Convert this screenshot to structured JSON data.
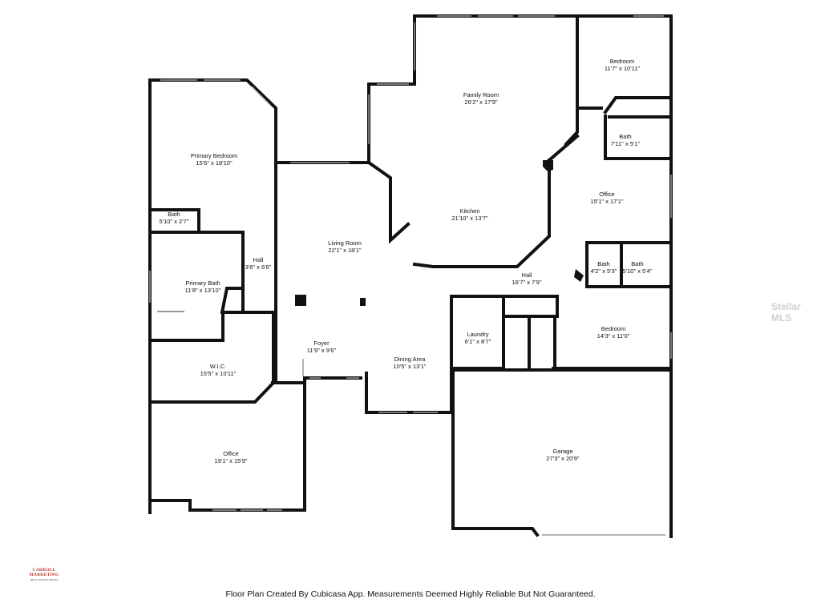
{
  "rooms": [
    {
      "name": "Bedroom",
      "size": "11'7\" x 10'11\""
    },
    {
      "name": "Family Room",
      "size": "26'2\" x 17'9\""
    },
    {
      "name": "Bath",
      "size": "7'11\" x 5'1\""
    },
    {
      "name": "Primary Bedroom",
      "size": "15'6\" x 18'10\""
    },
    {
      "name": "Office",
      "size": "15'1\" x 17'1\""
    },
    {
      "name": "Bath",
      "size": "5'10\" x 2'7\""
    },
    {
      "name": "Kitchen",
      "size": "21'10\" x 13'7\""
    },
    {
      "name": "Living Room",
      "size": "22'1\" x 18'1\""
    },
    {
      "name": "Hall",
      "size": "3'6\" x 6'6\""
    },
    {
      "name": "Bath",
      "size": "4'2\" x 5'3\""
    },
    {
      "name": "Bath",
      "size": "5'10\" x 5'4\""
    },
    {
      "name": "Hall",
      "size": "16'7\" x 7'9\""
    },
    {
      "name": "Primary Bath",
      "size": "11'8\" x 13'10\""
    },
    {
      "name": "Bedroom",
      "size": "14'3\" x 11'0\""
    },
    {
      "name": "Laundry",
      "size": "6'1\" x 8'7\""
    },
    {
      "name": "Foyer",
      "size": "11'9\" x 9'6\""
    },
    {
      "name": "W.I.C.",
      "size": "15'5\" x 10'11\""
    },
    {
      "name": "Dining Area",
      "size": "10'5\" x 13'1\""
    },
    {
      "name": "Garage",
      "size": "27'3\" x 20'9\""
    },
    {
      "name": "Office",
      "size": "19'1\" x 15'9\""
    }
  ],
  "logo": {
    "line1": "CARROLL MARKETING",
    "line2": "REAL ESTATE MEDIA"
  },
  "watermark": "Stellar MLS",
  "footer": "Floor Plan Created By Cubicasa App. Measurements Deemed Highly Reliable But Not Guaranteed.",
  "colors": {
    "wall": "#111111",
    "window": "#9a9a9a",
    "background": "#ffffff",
    "logo": "#b8322a"
  }
}
